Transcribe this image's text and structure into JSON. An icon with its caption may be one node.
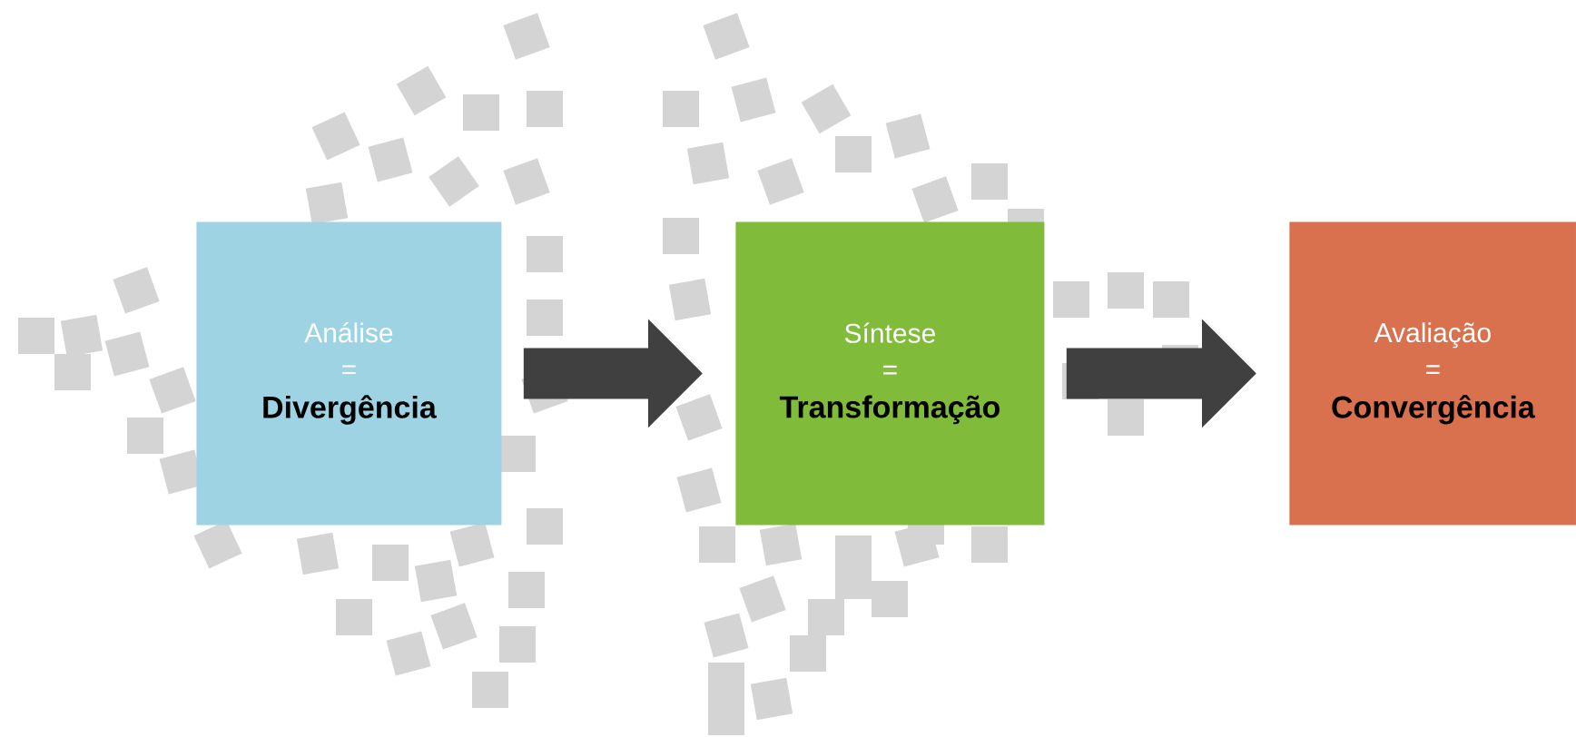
{
  "diagram": {
    "nodes": [
      {
        "text": [
          "Análise",
          "=",
          "Divergência"
        ]
      },
      {
        "text": [
          "Síntese",
          "=",
          "Transformação"
        ]
      },
      {
        "text": [
          "Avaliação",
          "=",
          "Convergência"
        ]
      }
    ],
    "edges": [
      {
        "from": 0,
        "to": 1,
        "arrow": "to"
      },
      {
        "from": 1,
        "to": 2,
        "arrow": "to"
      }
    ]
  }
}
